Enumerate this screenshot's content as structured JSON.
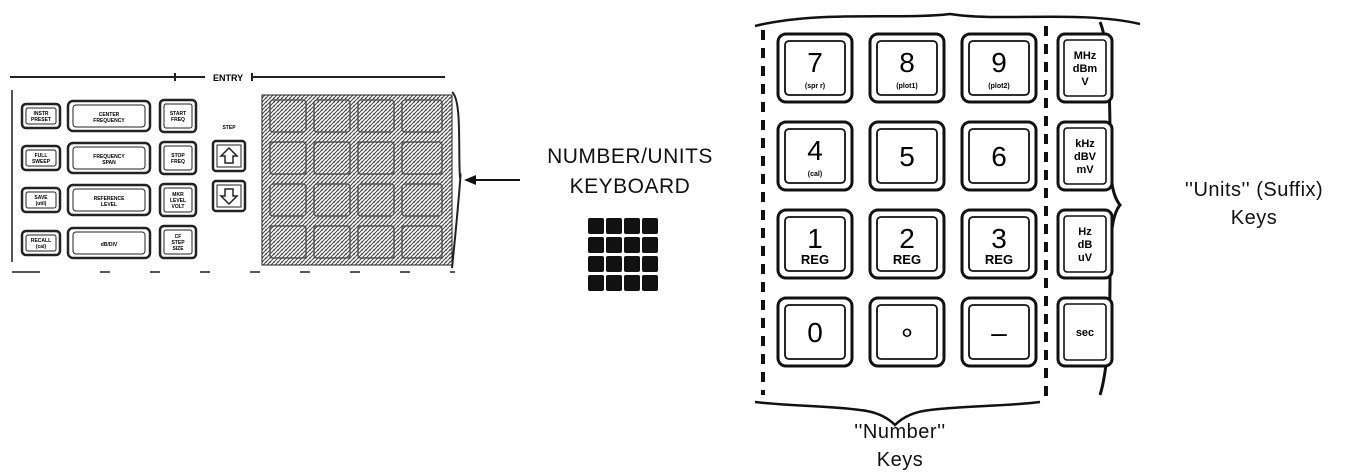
{
  "panel": {
    "entry_label": "ENTRY",
    "step_label": "STEP",
    "left_buttons": [
      "INSTR PRESET",
      "FULL SWEEP",
      "SAVE (util)",
      "RECALL (cal)"
    ],
    "function_buttons": [
      "CENTER FREQUENCY",
      "FREQUENCY SPAN",
      "REFERENCE LEVEL",
      "dB/DIV"
    ],
    "small_buttons": [
      "START FREQ",
      "STOP FREQ",
      "MKR LEVEL VOLT",
      "CF STEP SIZE"
    ]
  },
  "callout": {
    "line1": "NUMBER/UNITS",
    "line2": "KEYBOARD"
  },
  "keypad": {
    "number_keys": [
      {
        "main": "7",
        "sub": "(spr r)"
      },
      {
        "main": "8",
        "sub": "(plot1)"
      },
      {
        "main": "9",
        "sub": "(plot2)"
      },
      {
        "main": "4",
        "sub": "(cal)"
      },
      {
        "main": "5",
        "sub": ""
      },
      {
        "main": "6",
        "sub": ""
      },
      {
        "main": "1",
        "sub": "REG"
      },
      {
        "main": "2",
        "sub": "REG"
      },
      {
        "main": "3",
        "sub": "REG"
      },
      {
        "main": "0",
        "sub": ""
      },
      {
        "main": "∘",
        "sub": ""
      },
      {
        "main": "–",
        "sub": ""
      }
    ],
    "unit_keys": [
      [
        "MHz",
        "dBm",
        "V"
      ],
      [
        "kHz",
        "dBV",
        "mV"
      ],
      [
        "Hz",
        "dB",
        "uV"
      ],
      [
        "sec"
      ]
    ]
  },
  "labels": {
    "units_line1": "''Units'' (Suffix)",
    "units_line2": "Keys",
    "number_line1": "''Number''",
    "number_line2": "Keys"
  }
}
